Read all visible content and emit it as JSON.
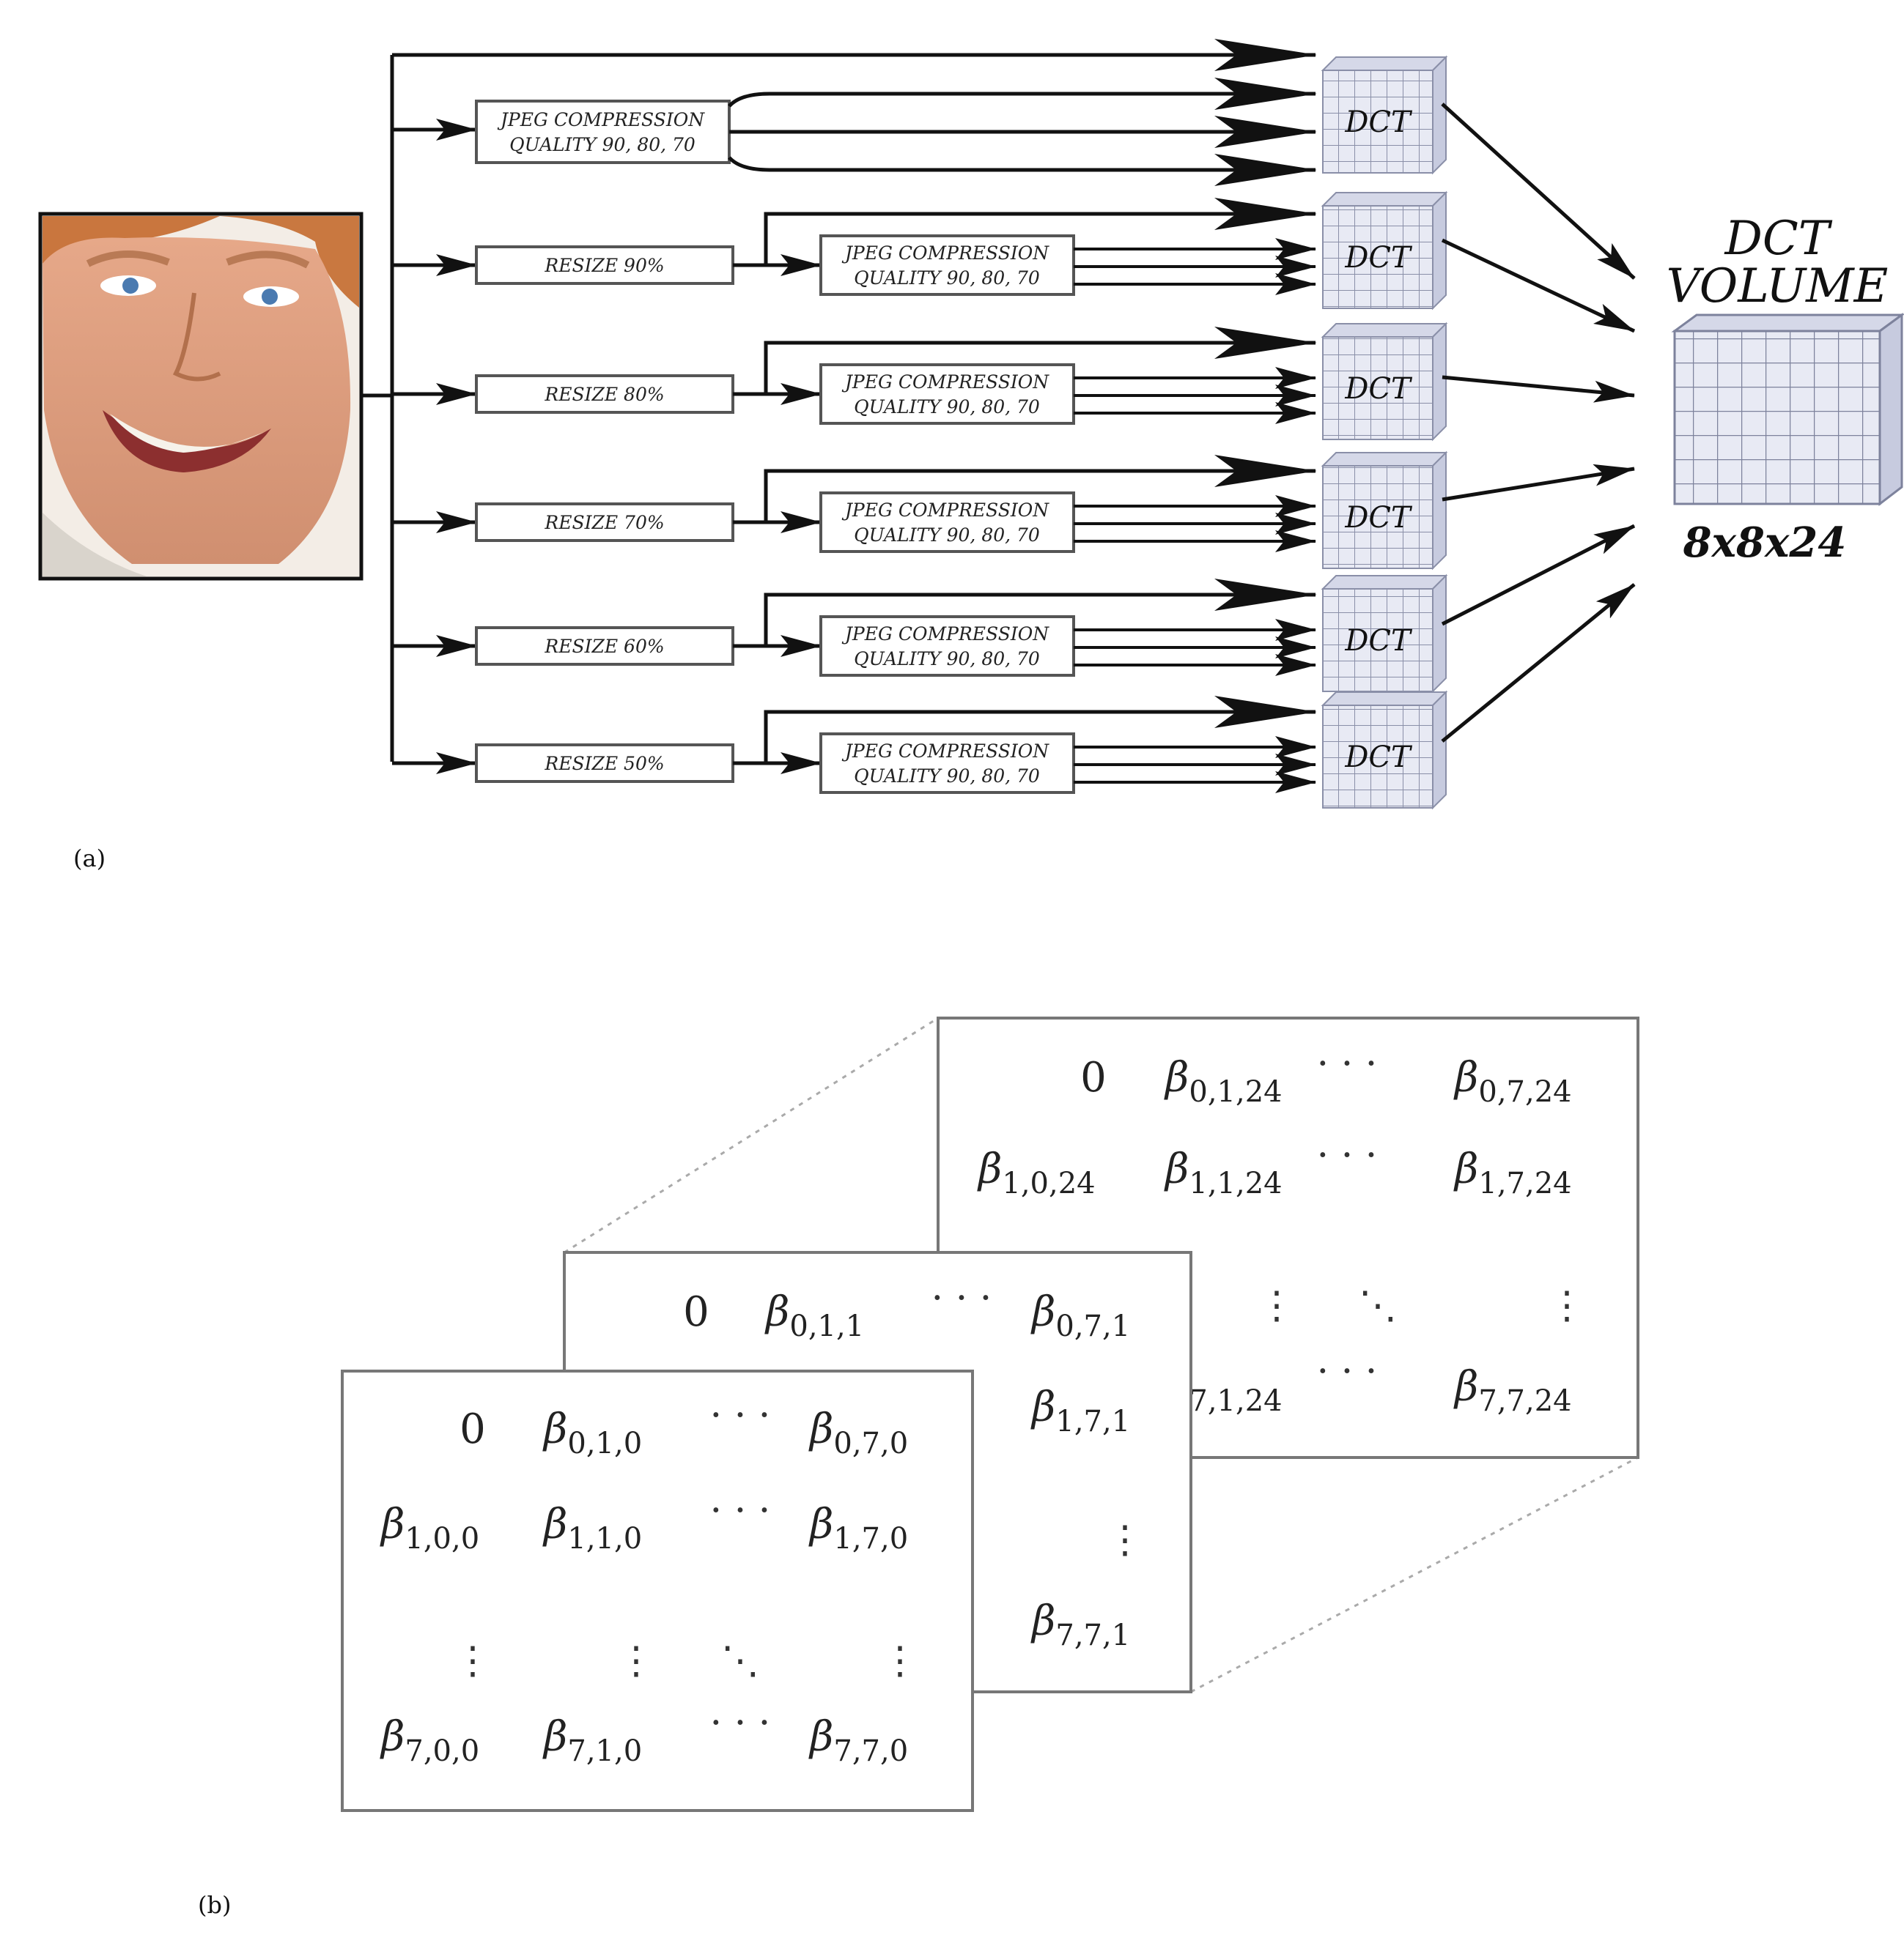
{
  "pipeline": {
    "jpeg_label_line1": "JPEG COMPRESSION",
    "jpeg_label_line2": "QUALITY 90, 80, 70",
    "resize_labels": [
      "RESIZE 90%",
      "RESIZE 80%",
      "RESIZE 70%",
      "RESIZE 60%",
      "RESIZE 50%"
    ],
    "dct_label": "DCT",
    "volume_title_line1": "DCT",
    "volume_title_line2": "VOLUME",
    "volume_dims": "8x8x24",
    "panel_a_label": "(a)"
  },
  "matrix": {
    "panel_b_label": "(b)",
    "zero": "0",
    "beta": "β",
    "hdots": "· · ·",
    "vdots": "⋮",
    "ddots": "⋱",
    "front_subs": [
      "0,1,0",
      "0,7,0",
      "1,0,0",
      "1,1,0",
      "1,7,0",
      "7,0,0",
      "7,1,0",
      "7,7,0"
    ],
    "middle_subs": [
      "0,1,1",
      "0,7,1",
      "1,7,1",
      "7,7,1"
    ],
    "back_subs": [
      "0,1,24",
      "0,7,24",
      "1,0,24",
      "1,1,24",
      "1,7,24",
      "7,1,24",
      "7,7,24"
    ]
  },
  "colors": {
    "line": "#111111",
    "cube_face": "#e8eaf4",
    "cube_grid": "#8a8fa8",
    "box_border": "#555555"
  }
}
